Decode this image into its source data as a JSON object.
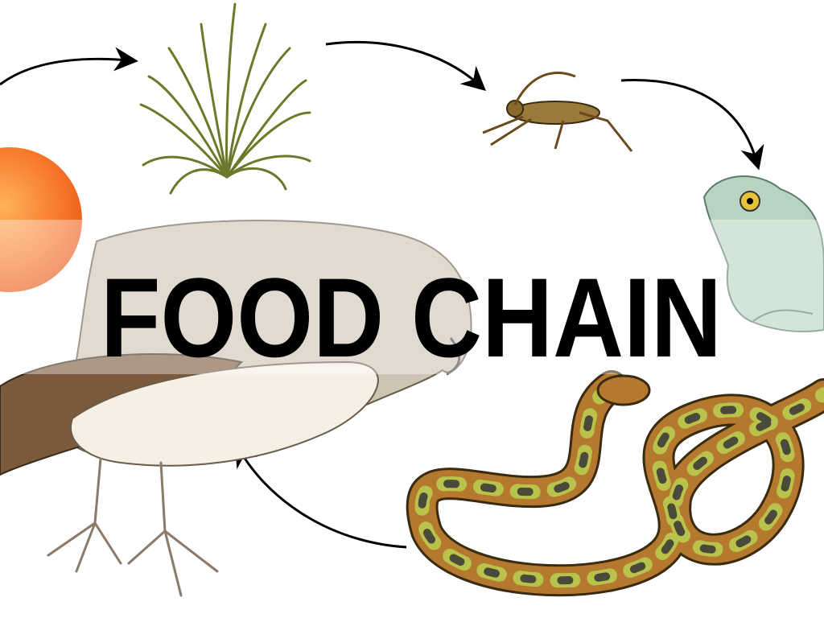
{
  "slide": {
    "title": "FOOD CHAIN",
    "organisms": [
      "sun",
      "grass",
      "grasshopper",
      "frog",
      "snake",
      "hawk"
    ],
    "colors": {
      "sun": "#f7762a",
      "grass": "#6b7a2a",
      "grasshopper": "#9a7a3a",
      "frog": "#b8d4c0",
      "snake": "#b5782f",
      "snake_spots": "#b9c24a",
      "hawk_back": "#cfc4b4",
      "hawk_wing": "#7a5a3a",
      "hawk_belly": "#f5efe4",
      "title": "#000000",
      "band": "#ffffff"
    }
  }
}
